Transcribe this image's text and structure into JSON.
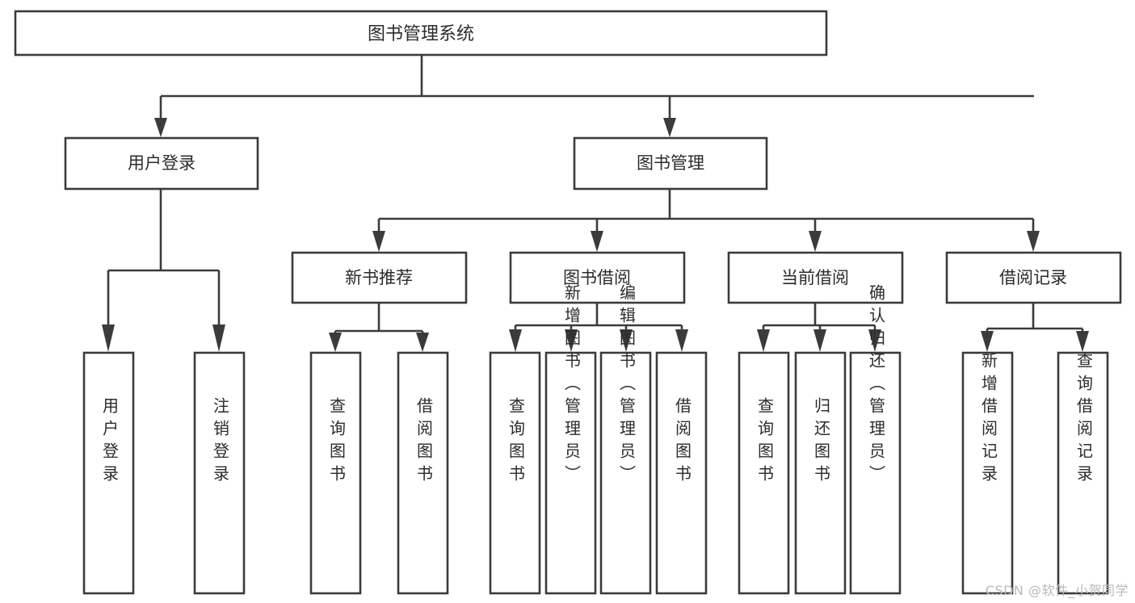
{
  "diagram": {
    "title": "图书管理系统",
    "watermark": "CSDN @软件_小贺同学",
    "colors": {
      "stroke": "#3b3b3b",
      "box_fill": "#ffffff",
      "text": "#2b2b2b",
      "background": "#ffffff",
      "watermark": "#b9b9b9"
    },
    "levels": {
      "root": {
        "label": "图书管理系统"
      },
      "level2": [
        {
          "label": "用户登录"
        },
        {
          "label": "图书管理"
        }
      ],
      "level3": [
        {
          "label": "新书推荐"
        },
        {
          "label": "图书借阅"
        },
        {
          "label": "当前借阅"
        },
        {
          "label": "借阅记录"
        }
      ],
      "leaves": {
        "user_login": [
          {
            "label": "用户登录"
          },
          {
            "label": "注销登录"
          }
        ],
        "new_book_recommend": [
          {
            "label": "查询图书"
          },
          {
            "label": "借阅图书"
          }
        ],
        "book_borrow": [
          {
            "label": "查询图书"
          },
          {
            "label": "新增图书（管理员）"
          },
          {
            "label": "编辑图书（管理员）"
          },
          {
            "label": "借阅图书"
          }
        ],
        "current_borrow": [
          {
            "label": "查询图书"
          },
          {
            "label": "归还图书"
          },
          {
            "label": "确认归还（管理员）"
          }
        ],
        "borrow_record": [
          {
            "label": "新增借阅记录"
          },
          {
            "label": "查询借阅记录"
          }
        ]
      }
    }
  }
}
